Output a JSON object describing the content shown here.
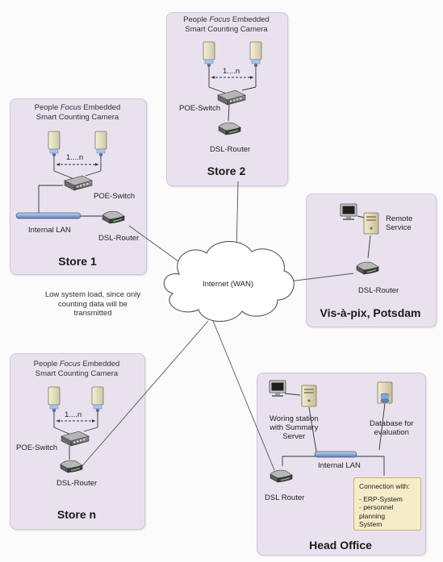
{
  "store2": {
    "caption_pre": "People ",
    "caption_focus": "Focus",
    "caption_post": " Embedded",
    "caption_line2": "Smart Counting Camera",
    "range": "1....n",
    "switch": "POE-Switch",
    "router": "DSL-Router",
    "title": "Store 2"
  },
  "store1": {
    "caption_pre": "People ",
    "caption_focus": "Focus",
    "caption_post": " Embedded",
    "caption_line2": "Smart Counting Camera",
    "range": "1....n",
    "switch": "POE-Switch",
    "lan": "Internal LAN",
    "router": "DSL-Router",
    "title": "Store 1"
  },
  "vis": {
    "remote_line1": "Remote",
    "remote_line2": "Service",
    "router": "DSL-Router",
    "title": "Vis-à-pix, Potsdam"
  },
  "internet": {
    "label": "Internet (WAN)"
  },
  "note_load": {
    "line1": "Low system load, since only",
    "line2": "counting data will be",
    "line3": "transmitted"
  },
  "storen": {
    "caption_pre": "People ",
    "caption_focus": "Focus",
    "caption_post": " Embedded",
    "caption_line2": "Smart Counting Camera",
    "range": "1....n",
    "switch": "POE-Switch",
    "router": "DSL-Router",
    "title": "Store n"
  },
  "head": {
    "ws_line1": "Woring station",
    "ws_line2": "with Summary",
    "ws_line3": "Server",
    "db_line1": "Database for",
    "db_line2": "evaluation",
    "lan": "Internal LAN",
    "router": "DSL Router",
    "conn_title": "Connection with:",
    "conn_item1": "- ERP-System",
    "conn_item2": "- personnel planning",
    "conn_item3": "System",
    "title": "Head Office"
  },
  "icons": [
    "camera-icon",
    "poe-switch-icon",
    "dsl-router-icon",
    "lan-bar-icon",
    "monitor-icon",
    "server-icon",
    "database-icon",
    "cloud-icon"
  ]
}
